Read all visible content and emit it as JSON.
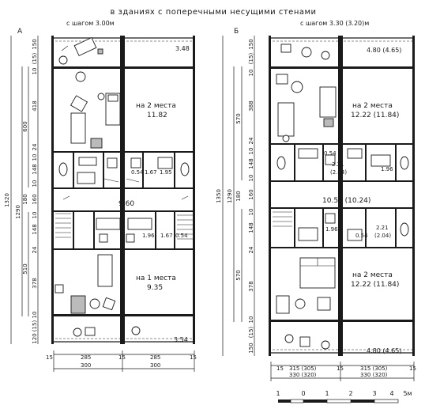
{
  "title": "в зданиях с поперечными несущими стенами",
  "plan_a": {
    "letter": "А",
    "step": "с шагом 3.00м",
    "rooms": {
      "balcony_top": "3.48",
      "room_top_label": "на 2 места",
      "room_top_area": "11.82",
      "wc_left": "0.54",
      "shower_left": "1.67",
      "bath_right": "1.95",
      "corridor": "9.60",
      "bath_low_right": "1.96",
      "shower_low": "1.67",
      "wc_low": "0.54",
      "room_bottom_label": "на 1 места",
      "room_bottom_area": "9.35",
      "balcony_bottom": "3.54"
    },
    "vdims_outer": [
      "1320"
    ],
    "vdims_mid": [
      "600",
      "1290",
      "180",
      "510"
    ],
    "vdims_inner": [
      "150",
      "(15)",
      "10",
      "418",
      "24",
      "10",
      "148",
      "10",
      "160",
      "10",
      "148",
      "24",
      "378",
      "10",
      "(15)",
      "120"
    ],
    "hdims_inner": [
      "15",
      "285",
      "15",
      "285",
      "15"
    ],
    "hdims_outer": [
      "300",
      "300"
    ]
  },
  "plan_b": {
    "letter": "Б",
    "step": "с шагом 3.30 (3.20)м",
    "rooms": {
      "balcony_top": "4.80 (4.65)",
      "room_top_label": "на 2 места",
      "room_top_area": "12.22 (11.84)",
      "wc_left": "0.54",
      "bath_left": "2.21",
      "bath_left_alt": "(2.04)",
      "shower_right": "1.96",
      "corridor": "10.56 (10.24)",
      "shower_low": "1.96",
      "bath_low": "2.21",
      "bath_low_alt": "(2.04)",
      "wc_low": "0.54",
      "room_bottom_label": "на 2 места",
      "room_bottom_area": "12.22 (11.84)",
      "balcony_bottom": "4.80 (4.65)"
    },
    "vdims_outer": [
      "1350"
    ],
    "vdims_mid": [
      "1290",
      "570",
      "180",
      "570"
    ],
    "vdims_inner": [
      "150",
      "(15)",
      "10",
      "388",
      "24",
      "10",
      "148",
      "10",
      "160",
      "10",
      "148",
      "24",
      "378",
      "10",
      "(15)",
      "150"
    ],
    "hdims_inner": [
      "15",
      "315 (305)",
      "15",
      "315 (305)",
      "15"
    ],
    "hdims_outer": [
      "330 (320)",
      "330 (320)"
    ]
  },
  "scale_bar": {
    "ticks": [
      "1",
      "0",
      "1",
      "2",
      "3",
      "4",
      "5м"
    ]
  }
}
